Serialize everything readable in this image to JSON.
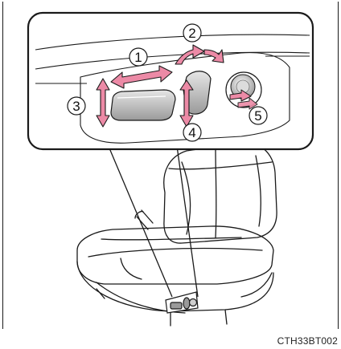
{
  "figure": {
    "code": "CTH33BT002",
    "callouts": [
      {
        "id": "1",
        "label": "1"
      },
      {
        "id": "2",
        "label": "2"
      },
      {
        "id": "3",
        "label": "3"
      },
      {
        "id": "4",
        "label": "4"
      },
      {
        "id": "5",
        "label": "5"
      }
    ]
  },
  "colors": {
    "arrow": "#ec8aa6",
    "arrow_stroke": "#1a1a1a",
    "line": "#1a1a1a",
    "control_fill": "#b8b8b8",
    "background": "#ffffff"
  },
  "icons": {
    "seat": "seat-illustration-icon",
    "slide_switch": "slide-switch-icon",
    "recline_switch": "recline-switch-icon",
    "lumbar_switch": "lumbar-switch-icon"
  }
}
